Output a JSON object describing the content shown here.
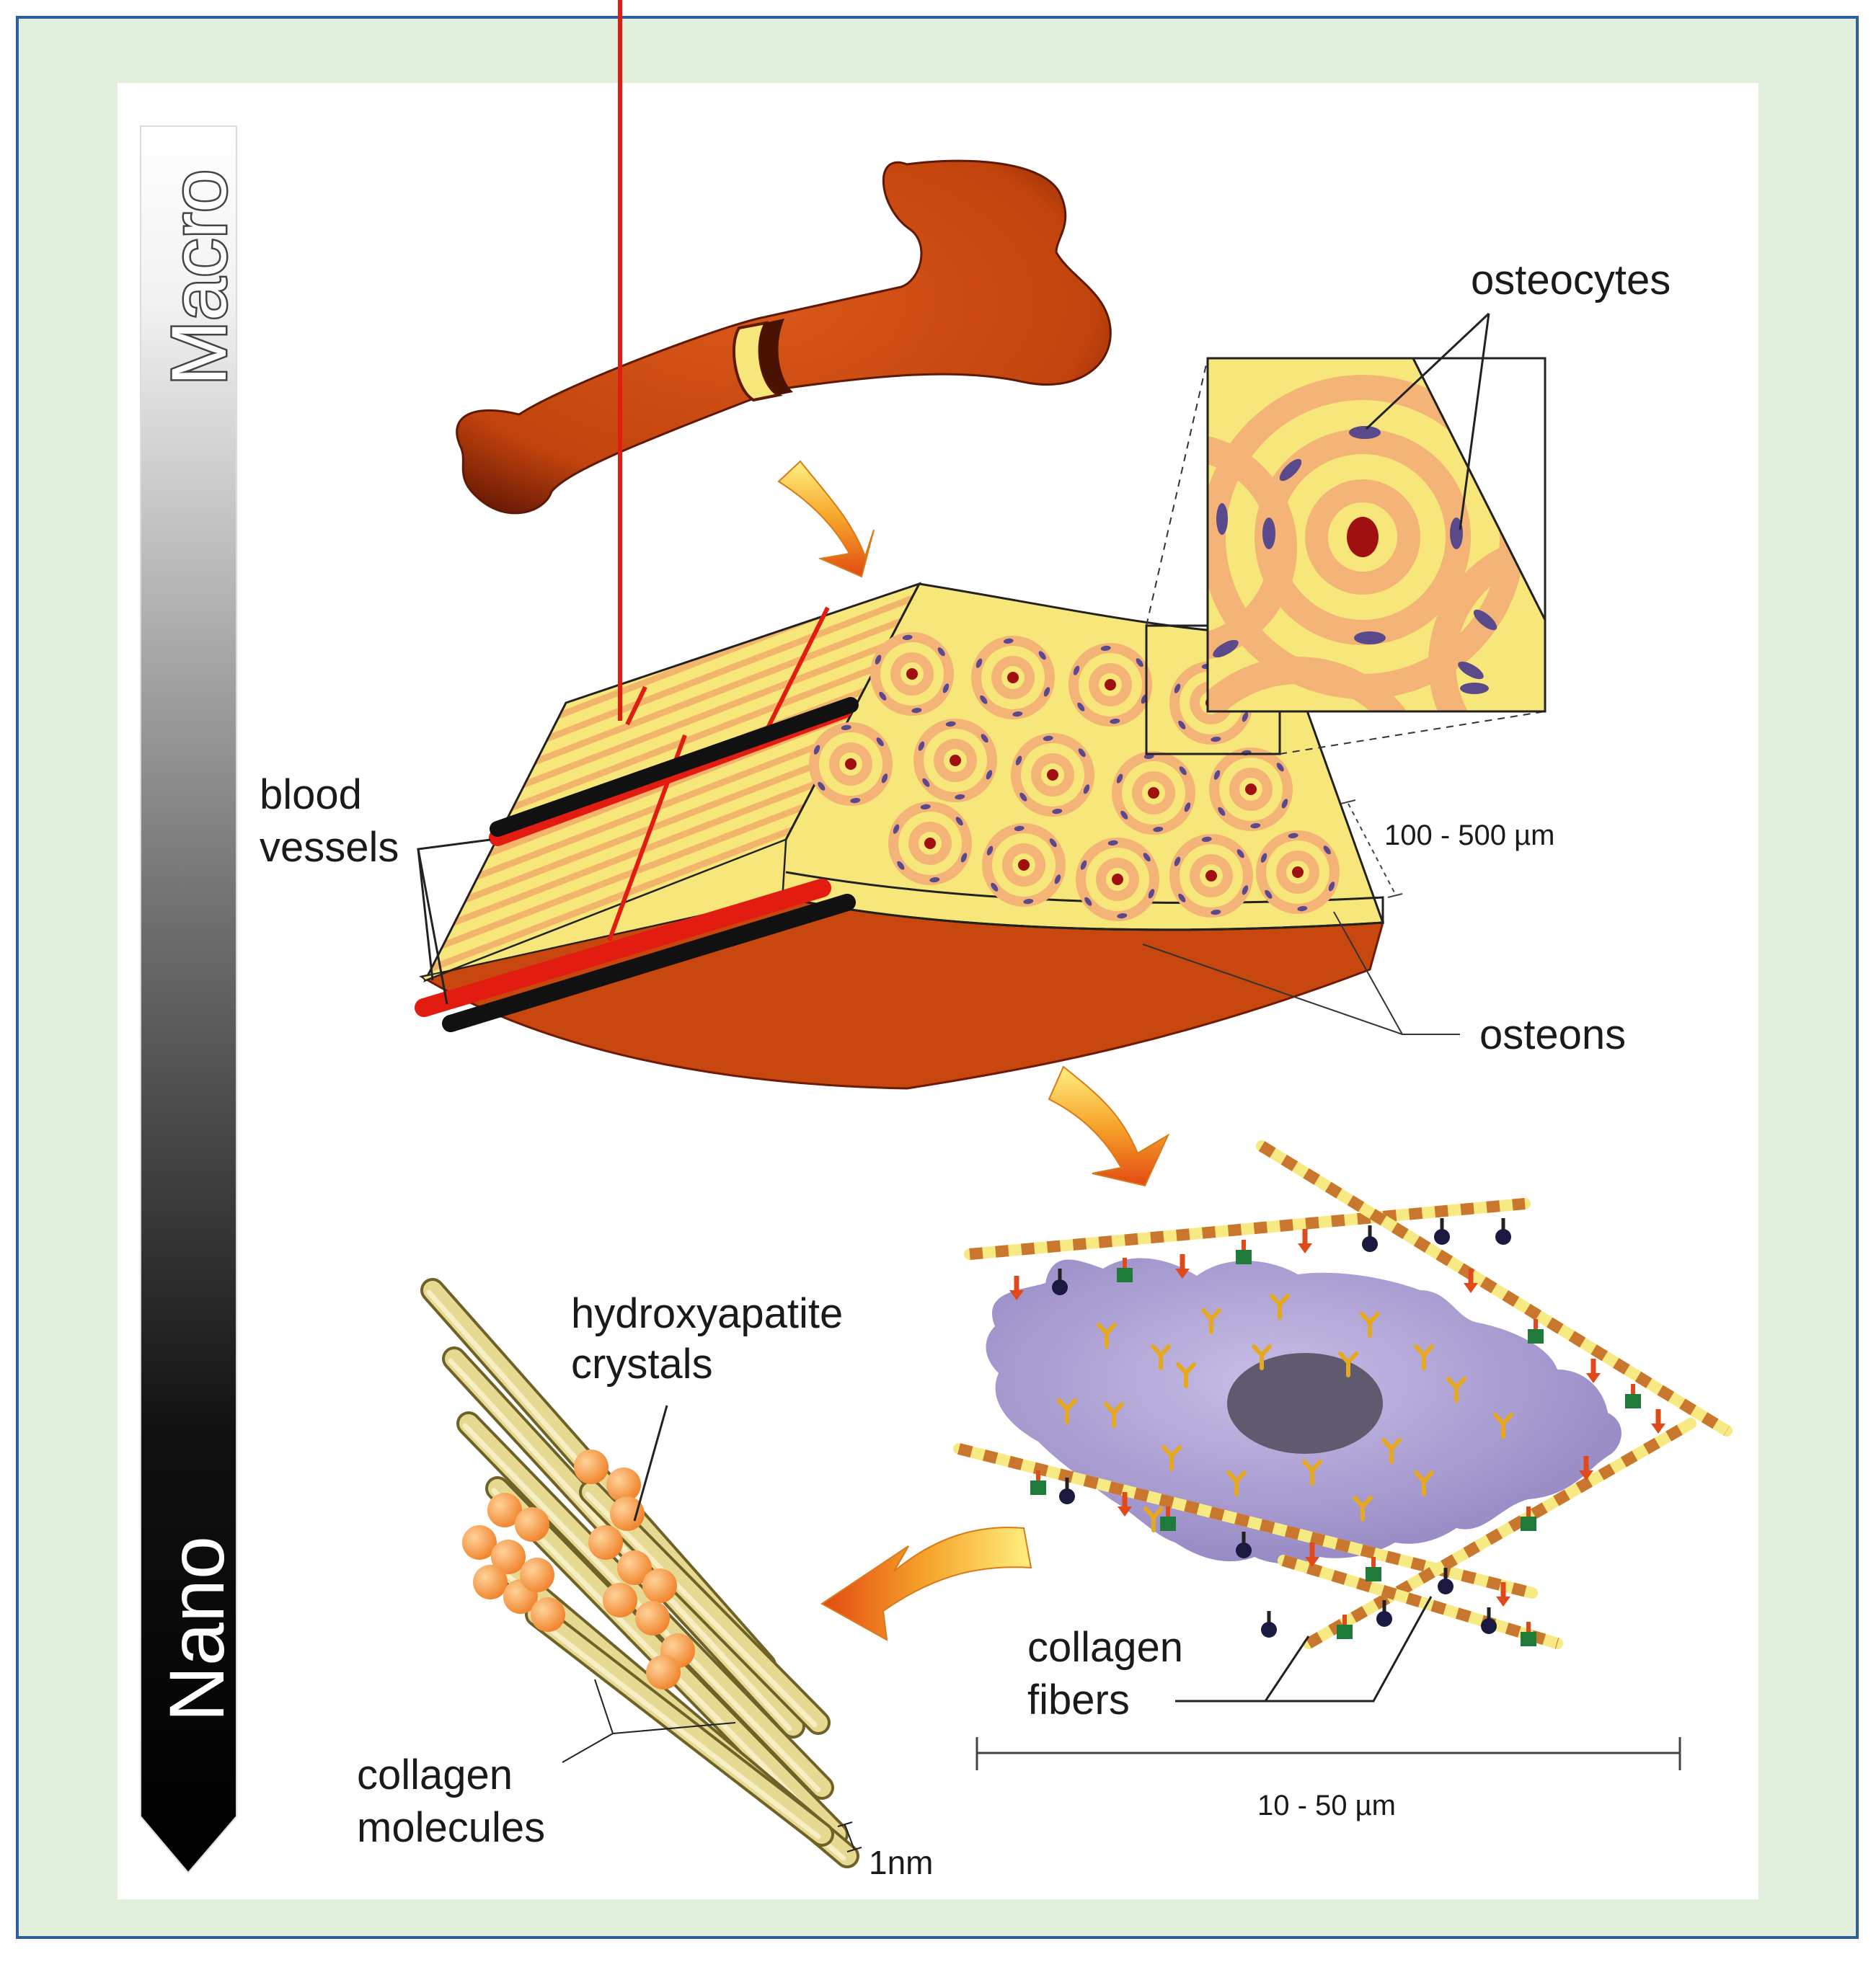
{
  "scale_bar": {
    "top_label": "Macro",
    "bottom_label": "Nano"
  },
  "labels": {
    "osteocytes": "osteocytes",
    "blood_vessels_line1": "blood",
    "blood_vessels_line2": "vessels",
    "osteon_size": "100 - 500 µm",
    "osteons": "osteons",
    "hydroxyapatite_line1": "hydroxyapatite",
    "hydroxyapatite_line2": "crystals",
    "collagen_fibers_line1": "collagen",
    "collagen_fibers_line2": "fibers",
    "collagen_molecules_line1": "collagen",
    "collagen_molecules_line2": "molecules",
    "molecule_size": "1nm",
    "cell_size": "10 - 50 µm"
  },
  "colors": {
    "bone": "#c8470f",
    "cortex": "#f7e77a",
    "osteon_ring": "#f4b477",
    "canal": "#a01010",
    "cell": "#a99bcf",
    "nucleus": "#5f5a6e",
    "frame_border": "#2f5f9e",
    "frame_fill": "#e1efdc"
  }
}
